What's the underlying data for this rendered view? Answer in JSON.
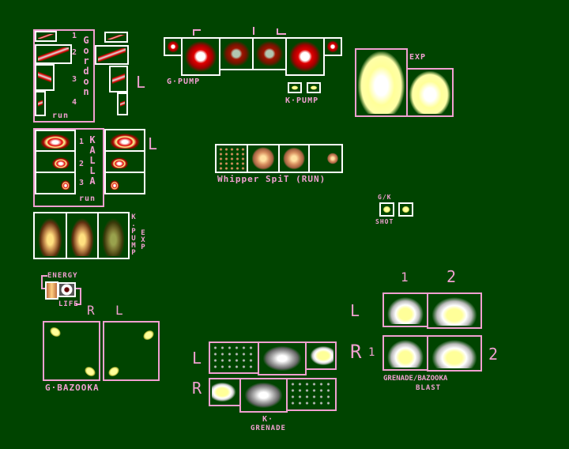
{
  "gordon": {
    "name": "Gordon",
    "frames": [
      "1",
      "2",
      "3",
      "4"
    ],
    "run": "run",
    "dir": "L"
  },
  "kalla": {
    "name": "KALLA",
    "frames": [
      "1",
      "2",
      "3"
    ],
    "run": "run",
    "dir": "L"
  },
  "kpump_exp": {
    "label1": "K.PUMP",
    "label2": "EXP"
  },
  "gpump": {
    "label": "G·PUMP"
  },
  "kpump": {
    "label": "K·PUMP"
  },
  "exp": {
    "label": "EXP"
  },
  "whipper": {
    "label": "Whipper SpiT (RUN)"
  },
  "shot": {
    "top": "G/K",
    "bottom": "SHOT"
  },
  "hud": {
    "energy": "ENERGY",
    "life": "LIFE"
  },
  "bazooka": {
    "label": "G·BAZOOKA",
    "dir_r": "R",
    "dir_l": "L"
  },
  "grenade": {
    "label1": "K·",
    "label2": "GRENADE",
    "dir_l": "L",
    "dir_r": "R"
  },
  "blast": {
    "label1": "GRENADE/BAZOOKA",
    "label2": "BLAST",
    "col1": "1",
    "col2": "2",
    "row_l": "L",
    "row_r": "R",
    "r1": "1",
    "r2": "2"
  },
  "colors": {
    "background": "#004400",
    "label": "#f0a0d0",
    "frame": "#ffffff"
  }
}
